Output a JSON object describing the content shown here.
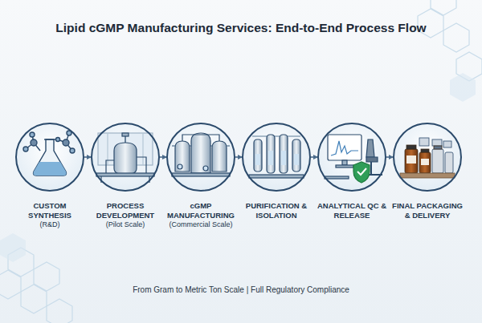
{
  "diagram": {
    "title": "Lipid cGMP Manufacturing Services: End-to-End Process Flow",
    "caption": "From Gram to Metric Ton Scale  |  Full Regulatory Compliance",
    "nodes": [
      {
        "text": [
          "CUSTOM SYNTHESIS",
          "(R&D)"
        ]
      },
      {
        "text": [
          "PROCESS DEVELOPMENT",
          "(Pilot Scale)"
        ]
      },
      {
        "text": [
          "cGMP MANUFACTURING",
          "(Commercial Scale)"
        ]
      },
      {
        "text": [
          "PURIFICATION & ISOLATION"
        ]
      },
      {
        "text": [
          "ANALYTICAL QC & RELEASE"
        ]
      },
      {
        "text": [
          "FINAL PACKAGING & DELIVERY"
        ]
      }
    ],
    "edges": [
      {
        "from": 0,
        "to": 1,
        "arrow": "to"
      },
      {
        "from": 1,
        "to": 2,
        "arrow": "to"
      },
      {
        "from": 2,
        "to": 3,
        "arrow": "to"
      },
      {
        "from": 3,
        "to": 4,
        "arrow": "to"
      },
      {
        "from": 4,
        "to": 5,
        "arrow": "to"
      }
    ]
  }
}
